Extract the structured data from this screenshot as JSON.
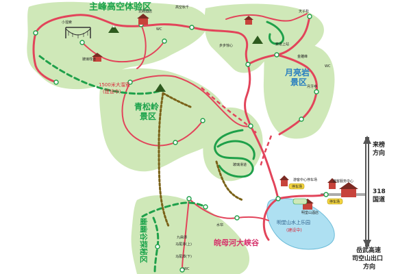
{
  "map": {
    "regions": {
      "zhufeng": "主峰高空体验区",
      "qingsongling": "青松岭\n景区",
      "yueliangyan": "月亮岩\n景区",
      "youyougu": "幽幽谷探秘区",
      "huanmuhe": "皖母河大峡谷"
    },
    "labels": {
      "ropeway_1500": "1500米大溜索",
      "under_construction": "(建设中)",
      "lake": "明堂山水上乐园",
      "lake_status": "(建设中)",
      "laibang": "来榜\n方向",
      "road_318": "318\n国道",
      "yuewu": "岳武高速\n司空山出口\n方向",
      "tianshi_top": "高空秋千",
      "yunding_hotel": "云阙酒店",
      "xiaoliusuo": "小溜索",
      "bolijiangdao": "玻璃栈道",
      "xiancheng": "索道上站",
      "tianxian": "天子松",
      "tianyi": "金雕峰",
      "qiuqian": "步步惊心",
      "kongque": "索道上站",
      "lijiang": "月牙亭",
      "boliyi": "玻璃滑道",
      "sightseeing_center": "游客中心停车场",
      "parking_1": "停车场",
      "parking_2": "停车场",
      "mingtang_hotel": "明堂山酒店",
      "youke_center": "游客服务中心",
      "jiuzhong": "九曲潭",
      "mawei_shang": "马尾潭(上)",
      "mawei_xia": "马尾潭(下)",
      "lihua": "水帘",
      "wc": "WC"
    }
  }
}
